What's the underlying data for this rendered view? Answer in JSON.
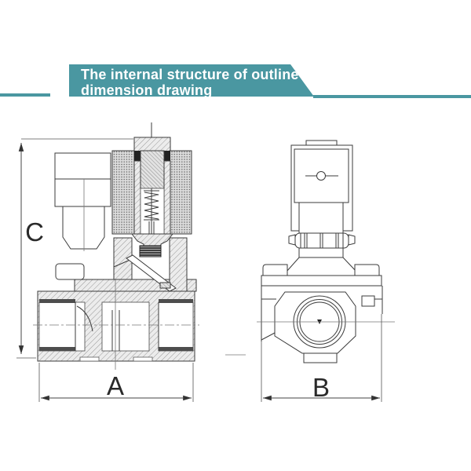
{
  "banner": {
    "line1": "The internal structure of outline",
    "line2": "dimension drawing",
    "bg_color": "#4A97A1",
    "text_color": "#FFFFFF"
  },
  "decor": {
    "left_accent_color": "#4A97A1",
    "right_accent_color": "#4A97A1"
  },
  "figure": {
    "type": "technical drawing",
    "subject": "solenoid valve",
    "left_view": {
      "name": "internal structure cross-section",
      "height_dim_label": "C",
      "width_dim_label": "A"
    },
    "right_view": {
      "name": "outline front view",
      "width_dim_label": "B"
    },
    "line_color": "#3b3b3b"
  }
}
